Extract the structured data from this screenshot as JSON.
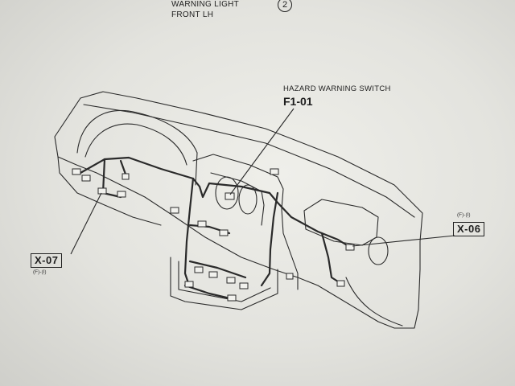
{
  "top_labels": {
    "line1": "WARNING LIGHT",
    "line2": "FRONT LH",
    "circle_number": "2"
  },
  "callouts": {
    "hazard_switch": {
      "name": "HAZARD WARNING SWITCH",
      "code": "F1-01"
    },
    "x06": {
      "code": "X-06",
      "sub": "(F)-(I)"
    },
    "x07": {
      "code": "X-07",
      "sub": "(F)-(I)"
    }
  },
  "colors": {
    "ink": "#2a2a2a",
    "paper": "#e9e9e4"
  }
}
